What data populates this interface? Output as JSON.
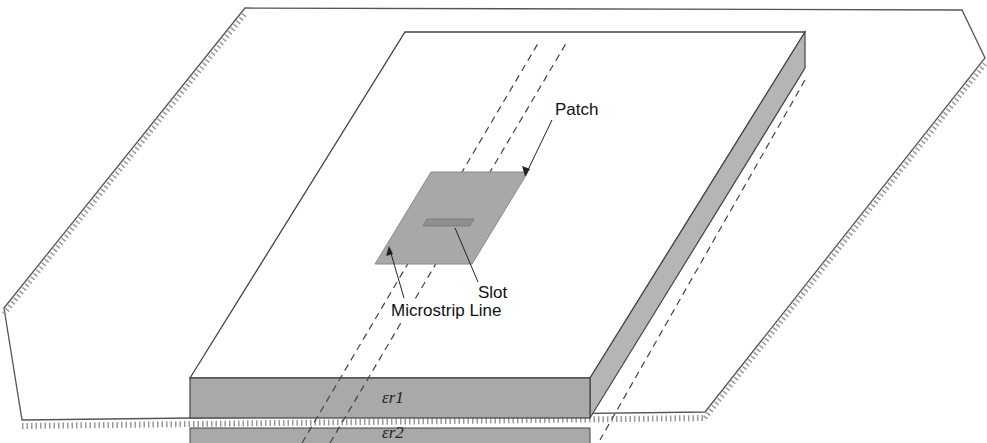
{
  "diagram": {
    "labels": [
      "Patch",
      "Slot",
      "Microstrip Line",
      "εr1",
      "εr2"
    ]
  }
}
